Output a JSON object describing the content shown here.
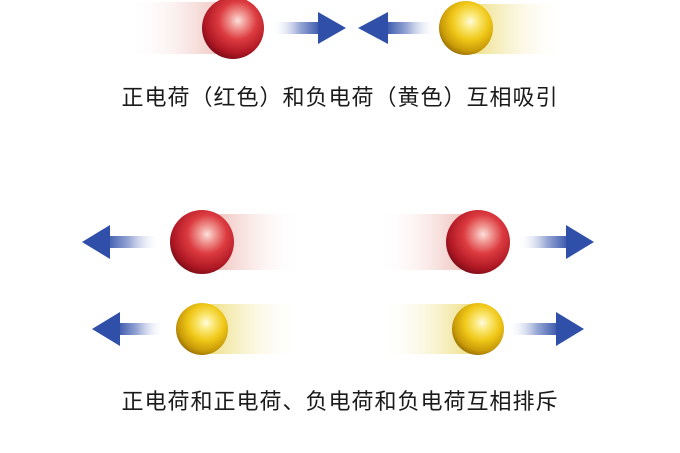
{
  "captions": {
    "attraction": "正电荷（红色）和负电荷（黄色）互相吸引",
    "repulsion": "正电荷和正电荷、负电荷和负电荷互相排斥"
  },
  "colors": {
    "positive_charge": "#d42a35",
    "negative_charge": "#f0cc10",
    "arrow": "#2f4fa8",
    "background": "#ffffff"
  },
  "icons": {
    "positive": "red-sphere",
    "negative": "yellow-sphere",
    "direction": "arrow"
  }
}
